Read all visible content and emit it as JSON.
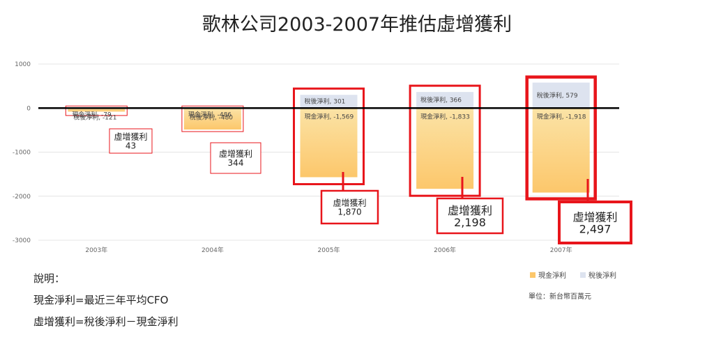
{
  "chart_data": {
    "type": "bar",
    "title": "歌林公司2003-2007年推估虛增獲利",
    "categories": [
      "2003年",
      "2004年",
      "2005年",
      "2006年",
      "2007年"
    ],
    "series": [
      {
        "name": "現金淨利",
        "values": [
          -79,
          -486,
          -1569,
          -1833,
          -1918
        ]
      },
      {
        "name": "稅後淨利",
        "values": [
          -121,
          -480,
          301,
          366,
          579
        ]
      }
    ],
    "segment_labels": {
      "cash": [
        "現金淨利, -79",
        "現金淨利, -486",
        "現金淨利, -1,569",
        "現金淨利, -1,833",
        "現金淨利, -1,918"
      ],
      "after_tax": [
        "稅後淨利, -121",
        "稅後淨利, -480",
        "稅後淨利, 301",
        "稅後淨利, 366",
        "稅後淨利, 579"
      ]
    },
    "inflated_label": "虛增獲利",
    "inflated_values": [
      "43",
      "344",
      "1,870",
      "2,198",
      "2,497"
    ],
    "yticks": [
      "1000",
      "0",
      "-1000",
      "-2000",
      "-3000"
    ],
    "ylim": [
      -3000,
      1000
    ],
    "grid": true,
    "legend_position": "bottom-right",
    "unit": "單位：新台幣百萬元",
    "notes": [
      "說明：",
      "現金淨利=最近三年平均CFO",
      "虛增獲利=稅後淨利－現金淨利"
    ],
    "colors": {
      "cash_top": "#fbe3a6",
      "cash_bottom": "#fcc76b",
      "after_tax": "#dde3ef",
      "highlight": "#e8151b",
      "axis": "#000000",
      "grid": "#e4e4e4"
    }
  }
}
